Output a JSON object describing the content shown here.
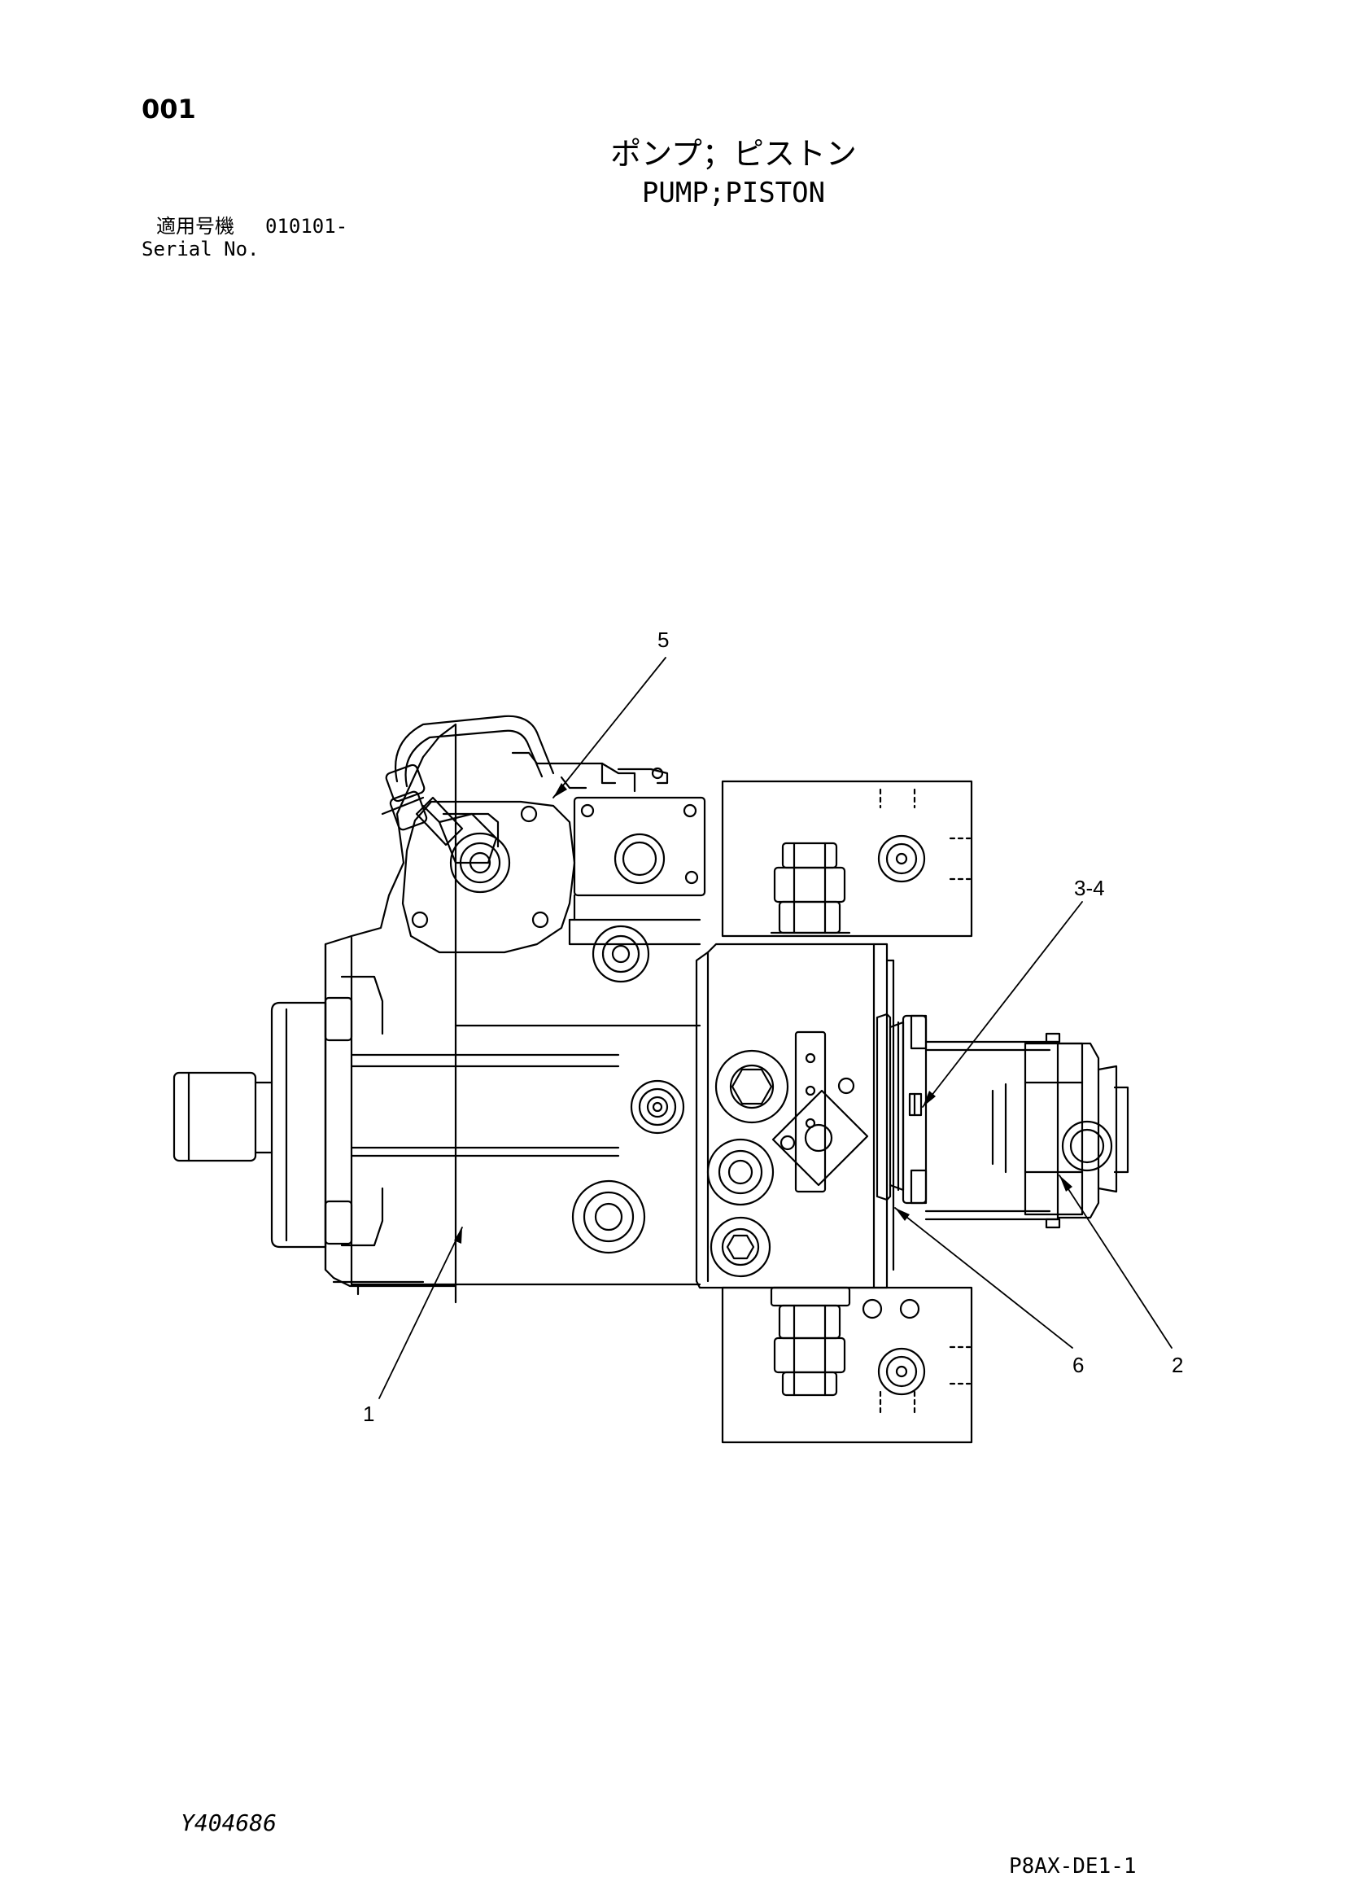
{
  "header": {
    "page_number": "001",
    "title_jp": "ポンプ；ピストン",
    "title_en": "PUMP;PISTON",
    "serial_label_jp": "適用号機",
    "serial_value": "010101-",
    "serial_label_en": "Serial No."
  },
  "callouts": [
    {
      "id": "1",
      "label": "1"
    },
    {
      "id": "2",
      "label": "2"
    },
    {
      "id": "3-4",
      "label": "3-4"
    },
    {
      "id": "5",
      "label": "5"
    },
    {
      "id": "6",
      "label": "6"
    }
  ],
  "footer": {
    "drawing_id": "Y404686",
    "sheet_id": "P8AX-DE1-1"
  }
}
